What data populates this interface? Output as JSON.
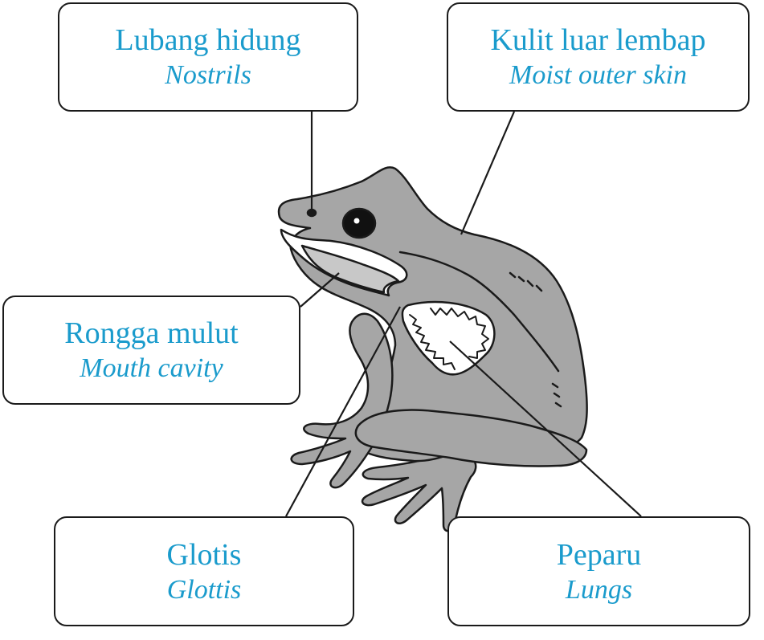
{
  "colors": {
    "label_text": "#1a9bcc",
    "body_fill": "#a6a6a6",
    "cavity_fill": "#c8c8c8",
    "outline": "#1a1a1a",
    "leader_line": "#1a1a1a"
  },
  "labels": {
    "nostrils": {
      "malay": "Lubang hidung",
      "english": "Nostrils"
    },
    "skin": {
      "malay": "Kulit luar lembap",
      "english": "Moist outer skin"
    },
    "mouth": {
      "malay": "Rongga mulut",
      "english": "Mouth cavity"
    },
    "glottis": {
      "malay": "Glotis",
      "english": "Glottis"
    },
    "lungs": {
      "malay": "Peparu",
      "english": "Lungs"
    }
  }
}
